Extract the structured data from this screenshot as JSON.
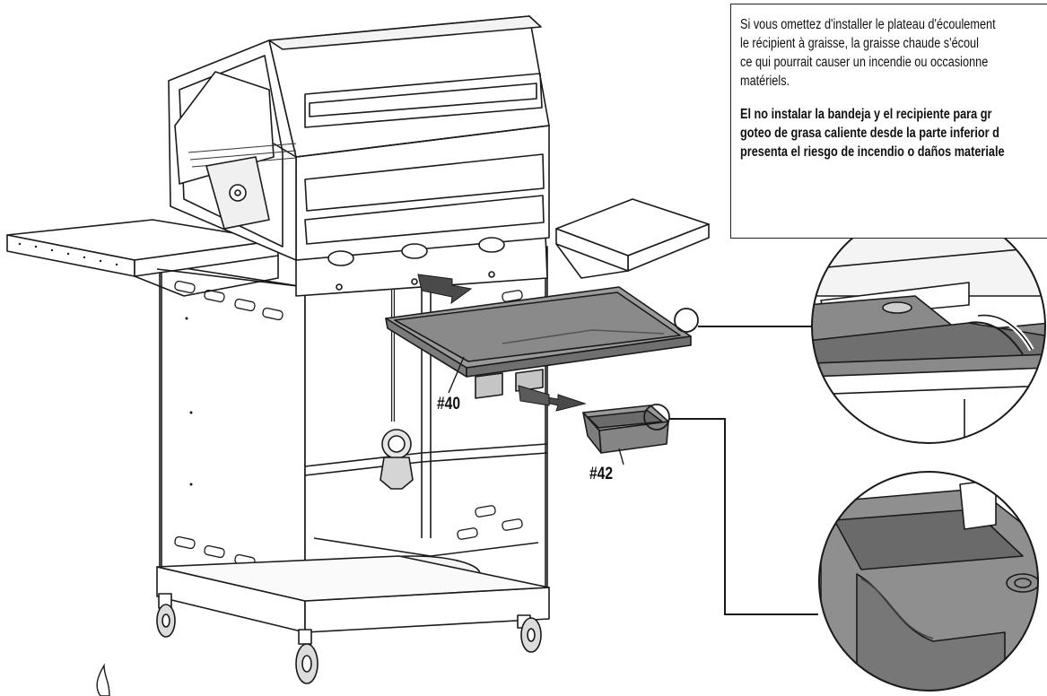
{
  "warning": {
    "french": [
      "Si vous omettez d'installer le plateau d'écoulement",
      "le récipient à graisse, la graisse chaude s'écoul",
      "ce qui pourrait causer un incendie ou occasionne",
      "matériels."
    ],
    "spanish": [
      "El no instalar la bandeja y el recipiente para gr",
      "goteo de grasa caliente desde la parte inferior d",
      "presenta el riesgo de incendio o daños materiale"
    ]
  },
  "parts": {
    "drip_tray": "#40",
    "grease_cup": "#42"
  },
  "colors": {
    "line": "#1a1a1a",
    "tray_fill": "#8a8a8a",
    "cup_fill": "#7a7a7a",
    "detail_fill": "#6f6f6f"
  }
}
